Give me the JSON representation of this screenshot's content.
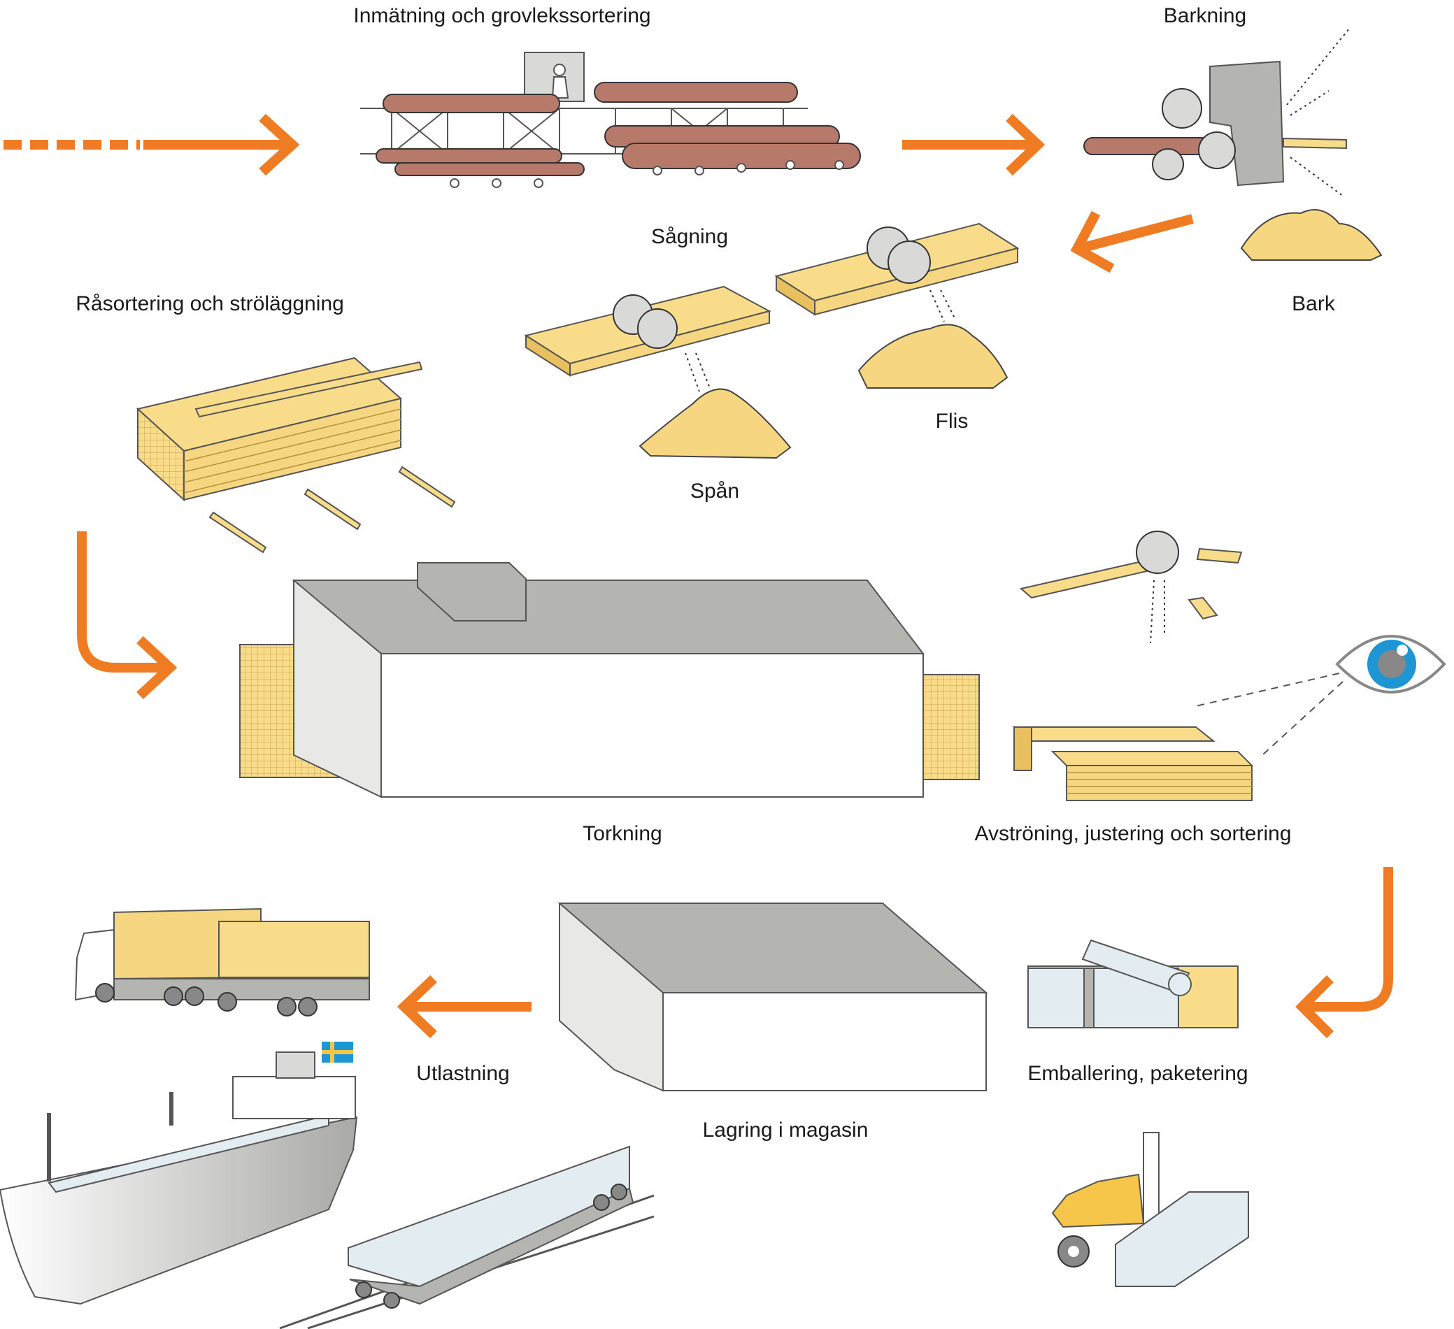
{
  "labels": {
    "intake": "Inmätning och grovlekssortering",
    "debarking": "Barkning",
    "sawing": "Sågning",
    "bark": "Bark",
    "rough_sorting": "Råsortering och ströläggning",
    "chips": "Flis",
    "shavings": "Spån",
    "drying": "Torkning",
    "trimming_sorting": "Avströning, justering och sortering",
    "packaging": "Emballering, paketering",
    "storage": "Lagring i magasin",
    "loading": "Utlastning"
  },
  "colors": {
    "arrow": "#ef7b23",
    "wood": "#f9dc8a",
    "wood_dark": "#e8c060",
    "log": "#b77a6a",
    "roof": "#b4b5b1",
    "sawdust": "#f6d680",
    "eye": "#1e96d4"
  }
}
